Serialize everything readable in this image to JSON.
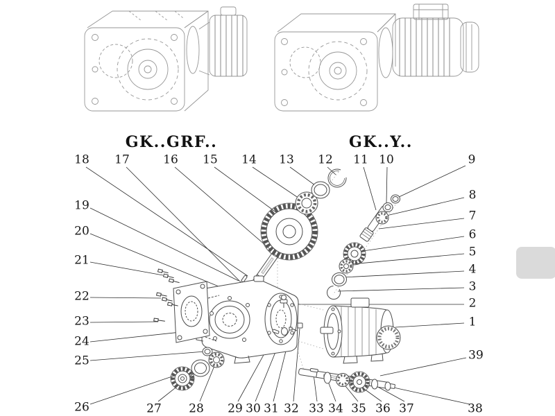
{
  "titles": {
    "left": "GK..GRF..",
    "right": "GK..Y.."
  },
  "colors": {
    "background": "#ffffff",
    "top_drawing_line": "#969696",
    "part_line": "#4a4a4a",
    "leader_line": "#2b2b2b",
    "label_text": "#161616",
    "watermark": "#d6d6d6"
  },
  "callouts": [
    {
      "num": "18",
      "label": [
        118,
        231
      ],
      "line": [
        124,
        241,
        357,
        398
      ]
    },
    {
      "num": "17",
      "label": [
        176,
        231
      ],
      "line": [
        182,
        241,
        352,
        412
      ]
    },
    {
      "num": "16",
      "label": [
        246,
        231
      ],
      "line": [
        252,
        241,
        390,
        360
      ]
    },
    {
      "num": "15",
      "label": [
        303,
        231
      ],
      "line": [
        309,
        241,
        406,
        312
      ]
    },
    {
      "num": "14",
      "label": [
        359,
        231
      ],
      "line": [
        364,
        241,
        434,
        288
      ]
    },
    {
      "num": "13",
      "label": [
        413,
        231
      ],
      "line": [
        418,
        241,
        458,
        270
      ]
    },
    {
      "num": "12",
      "label": [
        469,
        231
      ],
      "line": [
        472,
        241,
        484,
        252
      ]
    },
    {
      "num": "11",
      "label": [
        520,
        231
      ],
      "line": [
        524,
        241,
        542,
        303
      ]
    },
    {
      "num": "10",
      "label": [
        557,
        231
      ],
      "line": [
        558,
        241,
        557,
        293
      ]
    },
    {
      "num": "9",
      "label": [
        680,
        231
      ],
      "line": [
        671,
        239,
        573,
        285
      ]
    },
    {
      "num": "8",
      "label": [
        681,
        282
      ],
      "line": [
        669,
        285,
        557,
        311
      ]
    },
    {
      "num": "7",
      "label": [
        681,
        312
      ],
      "line": [
        669,
        315,
        546,
        330
      ]
    },
    {
      "num": "6",
      "label": [
        681,
        339
      ],
      "line": [
        669,
        341,
        523,
        362
      ]
    },
    {
      "num": "5",
      "label": [
        681,
        364
      ],
      "line": [
        669,
        366,
        506,
        381
      ]
    },
    {
      "num": "4",
      "label": [
        681,
        389
      ],
      "line": [
        669,
        391,
        495,
        400
      ]
    },
    {
      "num": "3",
      "label": [
        681,
        414
      ],
      "line": [
        669,
        415,
        487,
        420
      ]
    },
    {
      "num": "2",
      "label": [
        681,
        438
      ],
      "line": [
        669,
        439,
        413,
        439
      ]
    },
    {
      "num": "1",
      "label": [
        681,
        465
      ],
      "line": [
        669,
        466,
        570,
        472
      ]
    },
    {
      "num": "39",
      "label": [
        686,
        513
      ],
      "line": [
        672,
        516,
        548,
        542
      ]
    },
    {
      "num": "19",
      "label": [
        118,
        297
      ],
      "line": [
        130,
        300,
        344,
        405
      ]
    },
    {
      "num": "20",
      "label": [
        118,
        334
      ],
      "line": [
        130,
        337,
        332,
        420
      ]
    },
    {
      "num": "21",
      "label": [
        118,
        376
      ],
      "line": [
        130,
        378,
        235,
        397
      ]
    },
    {
      "num": "22",
      "label": [
        118,
        428
      ],
      "line": [
        130,
        429,
        232,
        430
      ]
    },
    {
      "num": "23",
      "label": [
        118,
        464
      ],
      "line": [
        130,
        465,
        228,
        464
      ]
    },
    {
      "num": "24",
      "label": [
        118,
        493
      ],
      "line": [
        130,
        493,
        260,
        479
      ]
    },
    {
      "num": "25",
      "label": [
        118,
        521
      ],
      "line": [
        130,
        520,
        295,
        507
      ]
    },
    {
      "num": "26",
      "label": [
        118,
        588
      ],
      "line": [
        130,
        583,
        251,
        542
      ]
    },
    {
      "num": "27",
      "label": [
        222,
        590
      ],
      "line": [
        228,
        579,
        286,
        533
      ]
    },
    {
      "num": "28",
      "label": [
        283,
        590
      ],
      "line": [
        288,
        579,
        311,
        523
      ]
    },
    {
      "num": "29",
      "label": [
        339,
        590
      ],
      "line": [
        343,
        579,
        396,
        483
      ]
    },
    {
      "num": "30",
      "label": [
        365,
        590
      ],
      "line": [
        368,
        579,
        408,
        481
      ]
    },
    {
      "num": "31",
      "label": [
        391,
        590
      ],
      "line": [
        394,
        579,
        419,
        478
      ]
    },
    {
      "num": "32",
      "label": [
        420,
        590
      ],
      "line": [
        423,
        579,
        432,
        474
      ]
    },
    {
      "num": "33",
      "label": [
        456,
        590
      ],
      "line": [
        457,
        579,
        452,
        540
      ]
    },
    {
      "num": "34",
      "label": [
        484,
        590
      ],
      "line": [
        484,
        579,
        472,
        548
      ]
    },
    {
      "num": "35",
      "label": [
        517,
        590
      ],
      "line": [
        516,
        579,
        494,
        552
      ]
    },
    {
      "num": "36",
      "label": [
        552,
        590
      ],
      "line": [
        550,
        579,
        518,
        556
      ]
    },
    {
      "num": "37",
      "label": [
        586,
        590
      ],
      "line": [
        583,
        579,
        541,
        556
      ]
    },
    {
      "num": "38",
      "label": [
        685,
        590
      ],
      "line": [
        677,
        583,
        563,
        558
      ]
    }
  ]
}
